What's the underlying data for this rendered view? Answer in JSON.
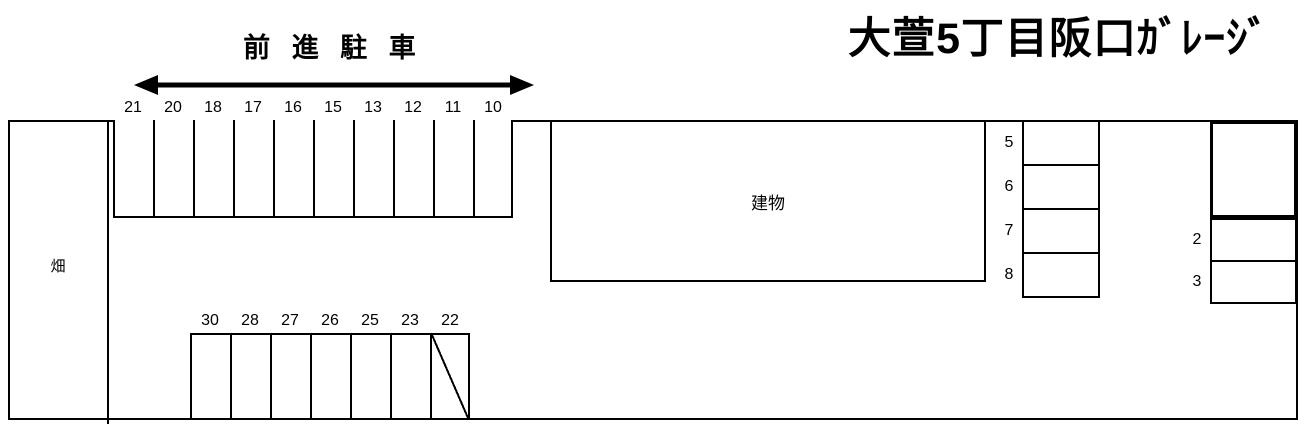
{
  "title": "大萱5丁目阪口ｶﾞﾚｰｼﾞ",
  "direction_label": "前 進 駐 車",
  "field_label": "畑",
  "building_label": "建物",
  "top_row_spaces": [
    "21",
    "20",
    "18",
    "17",
    "16",
    "15",
    "13",
    "12",
    "11",
    "10"
  ],
  "bottom_row_spaces": [
    "30",
    "28",
    "27",
    "26",
    "25",
    "23",
    "22"
  ],
  "right_column_spaces": [
    "5",
    "6",
    "7",
    "8"
  ],
  "far_right_spaces": [
    "2",
    "3"
  ],
  "crossed_out_space": "22",
  "colors": {
    "line": "#000000",
    "background": "#ffffff",
    "text": "#000000"
  }
}
